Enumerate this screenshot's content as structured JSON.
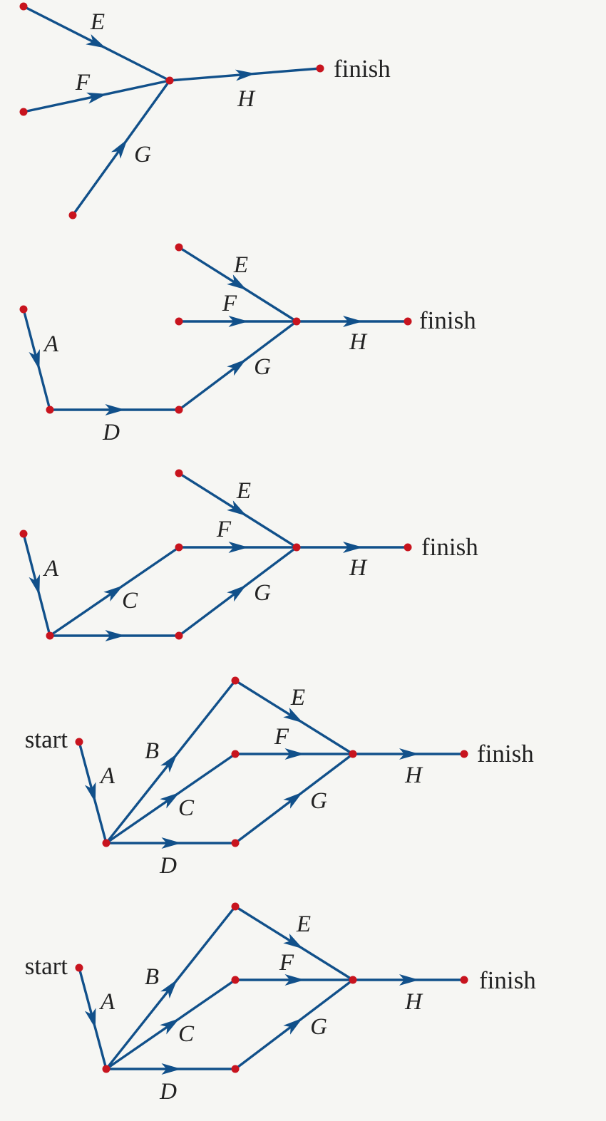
{
  "diagrams": [
    {
      "edges": [
        {
          "label": "E"
        },
        {
          "label": "F"
        },
        {
          "label": "G"
        },
        {
          "label": "H"
        }
      ],
      "terminals": [
        {
          "text": "finish"
        }
      ]
    },
    {
      "edges": [
        {
          "label": "E"
        },
        {
          "label": "F"
        },
        {
          "label": "H"
        },
        {
          "label": "A"
        },
        {
          "label": "D"
        },
        {
          "label": "G"
        }
      ],
      "terminals": [
        {
          "text": "finish"
        }
      ]
    },
    {
      "edges": [
        {
          "label": "E"
        },
        {
          "label": "F"
        },
        {
          "label": "H"
        },
        {
          "label": "A"
        },
        {
          "label": "C"
        },
        {
          "label": "G"
        },
        {
          "label": ""
        }
      ],
      "terminals": [
        {
          "text": "finish"
        }
      ]
    },
    {
      "edges": [
        {
          "label": "A"
        },
        {
          "label": "B"
        },
        {
          "label": "C"
        },
        {
          "label": "D"
        },
        {
          "label": "E"
        },
        {
          "label": "F"
        },
        {
          "label": "G"
        },
        {
          "label": "H"
        }
      ],
      "terminals": [
        {
          "text": "start"
        },
        {
          "text": "finish"
        }
      ]
    },
    {
      "edges": [
        {
          "label": "A"
        },
        {
          "label": "B"
        },
        {
          "label": "C"
        },
        {
          "label": "D"
        },
        {
          "label": "E"
        },
        {
          "label": "F"
        },
        {
          "label": "G"
        },
        {
          "label": "H"
        }
      ],
      "terminals": [
        {
          "text": "start"
        },
        {
          "text": "finish"
        }
      ]
    }
  ]
}
